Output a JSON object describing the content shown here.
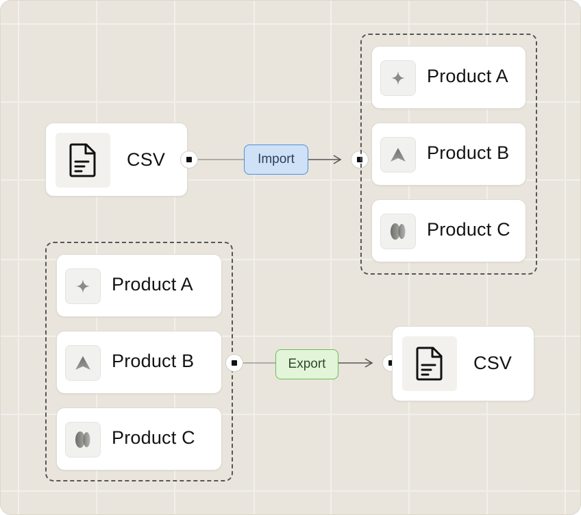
{
  "colors": {
    "background": "#e9e5dd",
    "import_fill": "#cfe1f7",
    "import_border": "#4d8fd9",
    "export_fill": "#e2f5d9",
    "export_border": "#6cbb55"
  },
  "import_flow": {
    "source": {
      "label": "CSV",
      "icon": "document-icon"
    },
    "edge_label": "Import",
    "targets": [
      {
        "label": "Product A",
        "icon": "sparkle-icon"
      },
      {
        "label": "Product B",
        "icon": "triangle-icon"
      },
      {
        "label": "Product C",
        "icon": "capsules-icon"
      }
    ]
  },
  "export_flow": {
    "sources": [
      {
        "label": "Product A",
        "icon": "sparkle-icon"
      },
      {
        "label": "Product B",
        "icon": "triangle-icon"
      },
      {
        "label": "Product C",
        "icon": "capsules-icon"
      }
    ],
    "edge_label": "Export",
    "target": {
      "label": "CSV",
      "icon": "document-icon"
    }
  }
}
